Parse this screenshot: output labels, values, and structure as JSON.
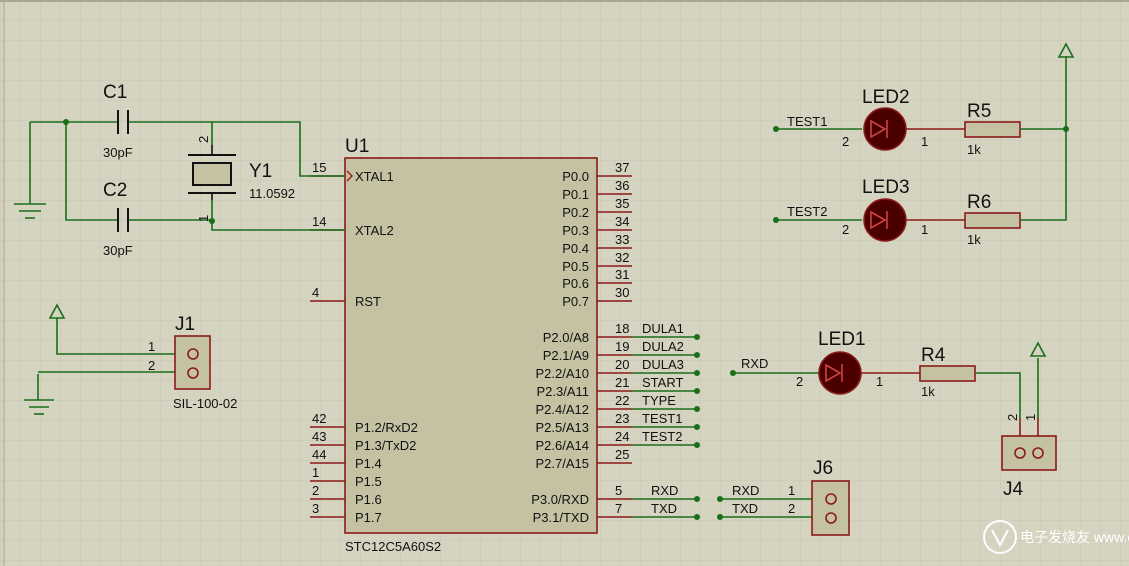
{
  "mcu": {
    "ref": "U1",
    "part": "STC12C5A60S2",
    "left_pins": [
      {
        "num": "15",
        "name": "XTAL1"
      },
      {
        "num": "14",
        "name": "XTAL2"
      },
      {
        "num": "4",
        "name": "RST"
      },
      {
        "num": "42",
        "name": "P1.2/RxD2"
      },
      {
        "num": "43",
        "name": "P1.3/TxD2"
      },
      {
        "num": "44",
        "name": "P1.4"
      },
      {
        "num": "1",
        "name": "P1.5"
      },
      {
        "num": "2",
        "name": "P1.6"
      },
      {
        "num": "3",
        "name": "P1.7"
      }
    ],
    "right_pins": [
      {
        "num": "37",
        "name": "P0.0"
      },
      {
        "num": "36",
        "name": "P0.1"
      },
      {
        "num": "35",
        "name": "P0.2"
      },
      {
        "num": "34",
        "name": "P0.3"
      },
      {
        "num": "33",
        "name": "P0.4"
      },
      {
        "num": "32",
        "name": "P0.5"
      },
      {
        "num": "31",
        "name": "P0.6"
      },
      {
        "num": "30",
        "name": "P0.7"
      },
      {
        "num": "18",
        "name": "P2.0/A8",
        "net": "DULA1"
      },
      {
        "num": "19",
        "name": "P2.1/A9",
        "net": "DULA2"
      },
      {
        "num": "20",
        "name": "P2.2/A10",
        "net": "DULA3"
      },
      {
        "num": "21",
        "name": "P2.3/A11",
        "net": "START"
      },
      {
        "num": "22",
        "name": "P2.4/A12",
        "net": "TYPE"
      },
      {
        "num": "23",
        "name": "P2.5/A13",
        "net": "TEST1"
      },
      {
        "num": "24",
        "name": "P2.6/A14",
        "net": "TEST2"
      },
      {
        "num": "25",
        "name": "P2.7/A15"
      },
      {
        "num": "5",
        "name": "P3.0/RXD",
        "net": "RXD"
      },
      {
        "num": "7",
        "name": "P3.1/TXD",
        "net": "TXD"
      }
    ]
  },
  "c1": {
    "ref": "C1",
    "value": "30pF"
  },
  "c2": {
    "ref": "C2",
    "value": "30pF"
  },
  "y1": {
    "ref": "Y1",
    "value": "11.0592",
    "pin_top": "2",
    "pin_bottom": "1"
  },
  "j1": {
    "ref": "J1",
    "part": "SIL-100-02",
    "pin1": "1",
    "pin2": "2"
  },
  "j6": {
    "ref": "J6",
    "pin1": "1",
    "pin2": "2",
    "net1": "RXD",
    "net2": "TXD"
  },
  "j4": {
    "ref": "J4",
    "pin1": "1",
    "pin2": "2"
  },
  "led1": {
    "ref": "LED1",
    "pin_a": "2",
    "pin_k": "1",
    "net": "RXD"
  },
  "led2": {
    "ref": "LED2",
    "pin_a": "2",
    "pin_k": "1",
    "net": "TEST1"
  },
  "led3": {
    "ref": "LED3",
    "pin_a": "2",
    "pin_k": "1",
    "net": "TEST2"
  },
  "r4": {
    "ref": "R4",
    "value": "1k"
  },
  "r5": {
    "ref": "R5",
    "value": "1k"
  },
  "r6": {
    "ref": "R6",
    "value": "1k"
  },
  "watermark": "电子发烧友 www.elecfans.com",
  "colors": {
    "background": "#d4d4c0",
    "grid": "#c6c6b2",
    "wire": "#1a6e1a",
    "pin": "#8b1a1a",
    "led": "#4a0000"
  }
}
